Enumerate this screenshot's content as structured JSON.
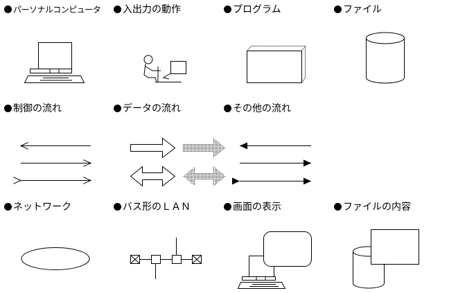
{
  "legend": {
    "row1": {
      "personal_computer": "パーソナルコンピュータ",
      "io_operation": "入出力の動作",
      "program": "プログラム",
      "file": "ファイル"
    },
    "row2": {
      "control_flow": "制御の流れ",
      "data_flow": "データの流れ",
      "other_flow": "その他の流れ"
    },
    "row3": {
      "network": "ネットワーク",
      "bus_lan": "バス形のＬＡＮ",
      "screen_display": "画面の表示",
      "file_contents": "ファイルの内容"
    }
  }
}
